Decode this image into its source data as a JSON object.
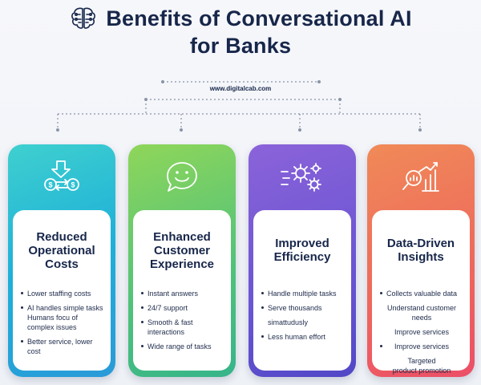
{
  "header": {
    "title_line1": "Benefits of Conversational AI",
    "title_line2": "for Banks",
    "site": "www.digitalcab.com"
  },
  "colors": {
    "title": "#17264a",
    "card1": "#2aaed8",
    "card2": "#5cc46c",
    "card3": "#6a55d3",
    "card4": "#ee6a5c",
    "connector": "#8a94a6"
  },
  "cards": [
    {
      "icon": "money-exchange-icon",
      "title_lines": [
        "Reduced",
        "Operational",
        "Costs"
      ],
      "bullets": [
        "Lower staffing costs",
        "AI handles simple tasks",
        "Humans focu of complex issues",
        "Better service, lower cost"
      ]
    },
    {
      "icon": "smile-chat-icon",
      "title_lines": [
        "Enhanced",
        "Customer",
        "Experience"
      ],
      "bullets": [
        "Instant answers",
        "24/7 support",
        "Smooth & fast interactions",
        "Wide range of tasks"
      ]
    },
    {
      "icon": "gears-icon",
      "title_lines": [
        "Improved",
        "Efficiency"
      ],
      "bullets": [
        "Handle multiple tasks",
        "Serve thousands",
        "simattudusly",
        "Less human effort"
      ]
    },
    {
      "icon": "analytics-icon",
      "title_lines": [
        "Data-Driven",
        "Insights"
      ],
      "bullets": [
        "Collects valuable data",
        "Understand customer needs",
        "Improve services",
        "Improve services",
        "Targeted",
        "product promotion"
      ]
    }
  ]
}
